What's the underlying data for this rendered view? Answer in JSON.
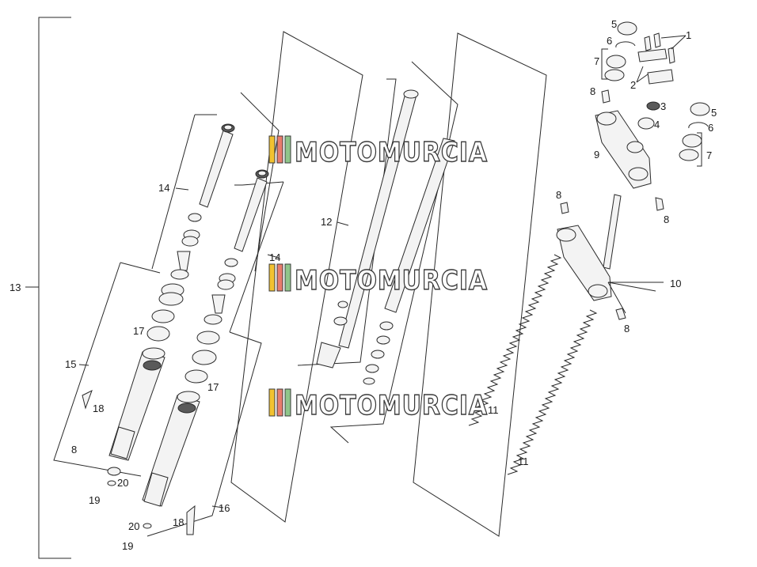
{
  "watermark": {
    "text": "MOTOMURCIA",
    "colors": [
      "#f2c230",
      "#e87c6c",
      "#8fc58a"
    ]
  },
  "labels": {
    "l1": "1",
    "l2": "2",
    "l3": "3",
    "l4": "4",
    "l5a": "5",
    "l5b": "5",
    "l6a": "6",
    "l6b": "6",
    "l7a": "7",
    "l7b": "7",
    "l8a": "8",
    "l8b": "8",
    "l8c": "8",
    "l8d": "8",
    "l8e": "8",
    "l9": "9",
    "l10": "10",
    "l11a": "11",
    "l11b": "11",
    "l12": "12",
    "l13": "13",
    "l14a": "14",
    "l14b": "14",
    "l15": "15",
    "l16": "16",
    "l17a": "17",
    "l17b": "17",
    "l18a": "18",
    "l18b": "18",
    "l19a": "19",
    "l19b": "19",
    "l20a": "20",
    "l20b": "20"
  }
}
